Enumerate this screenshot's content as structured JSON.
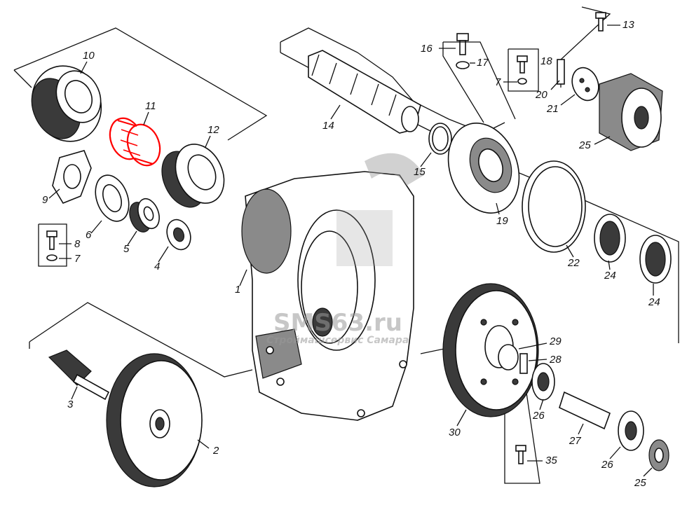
{
  "labels": {
    "p1": "1",
    "p2": "2",
    "p3": "3",
    "p4": "4",
    "p5": "5",
    "p6": "6",
    "p7a": "7",
    "p7b": "7",
    "p8": "8",
    "p9": "9",
    "p10": "10",
    "p11": "11",
    "p12": "12",
    "p13": "13",
    "p14": "14",
    "p15": "15",
    "p16": "16",
    "p17": "17",
    "p18": "18",
    "p19": "19",
    "p20": "20",
    "p21": "21",
    "p22": "22",
    "p24a": "24",
    "p24b": "24",
    "p25a": "25",
    "p25b": "25",
    "p26a": "26",
    "p26b": "26",
    "p27": "27",
    "p28": "28",
    "p29": "29",
    "p30": "30",
    "p35": "35"
  },
  "watermark": {
    "site": "SMS63.ru",
    "company": "Строймашсервис Самара"
  },
  "colors": {
    "highlight": "#ff0000",
    "ink": "#111111",
    "watermark": "#9a9a9a"
  },
  "highlighted_part": "11"
}
